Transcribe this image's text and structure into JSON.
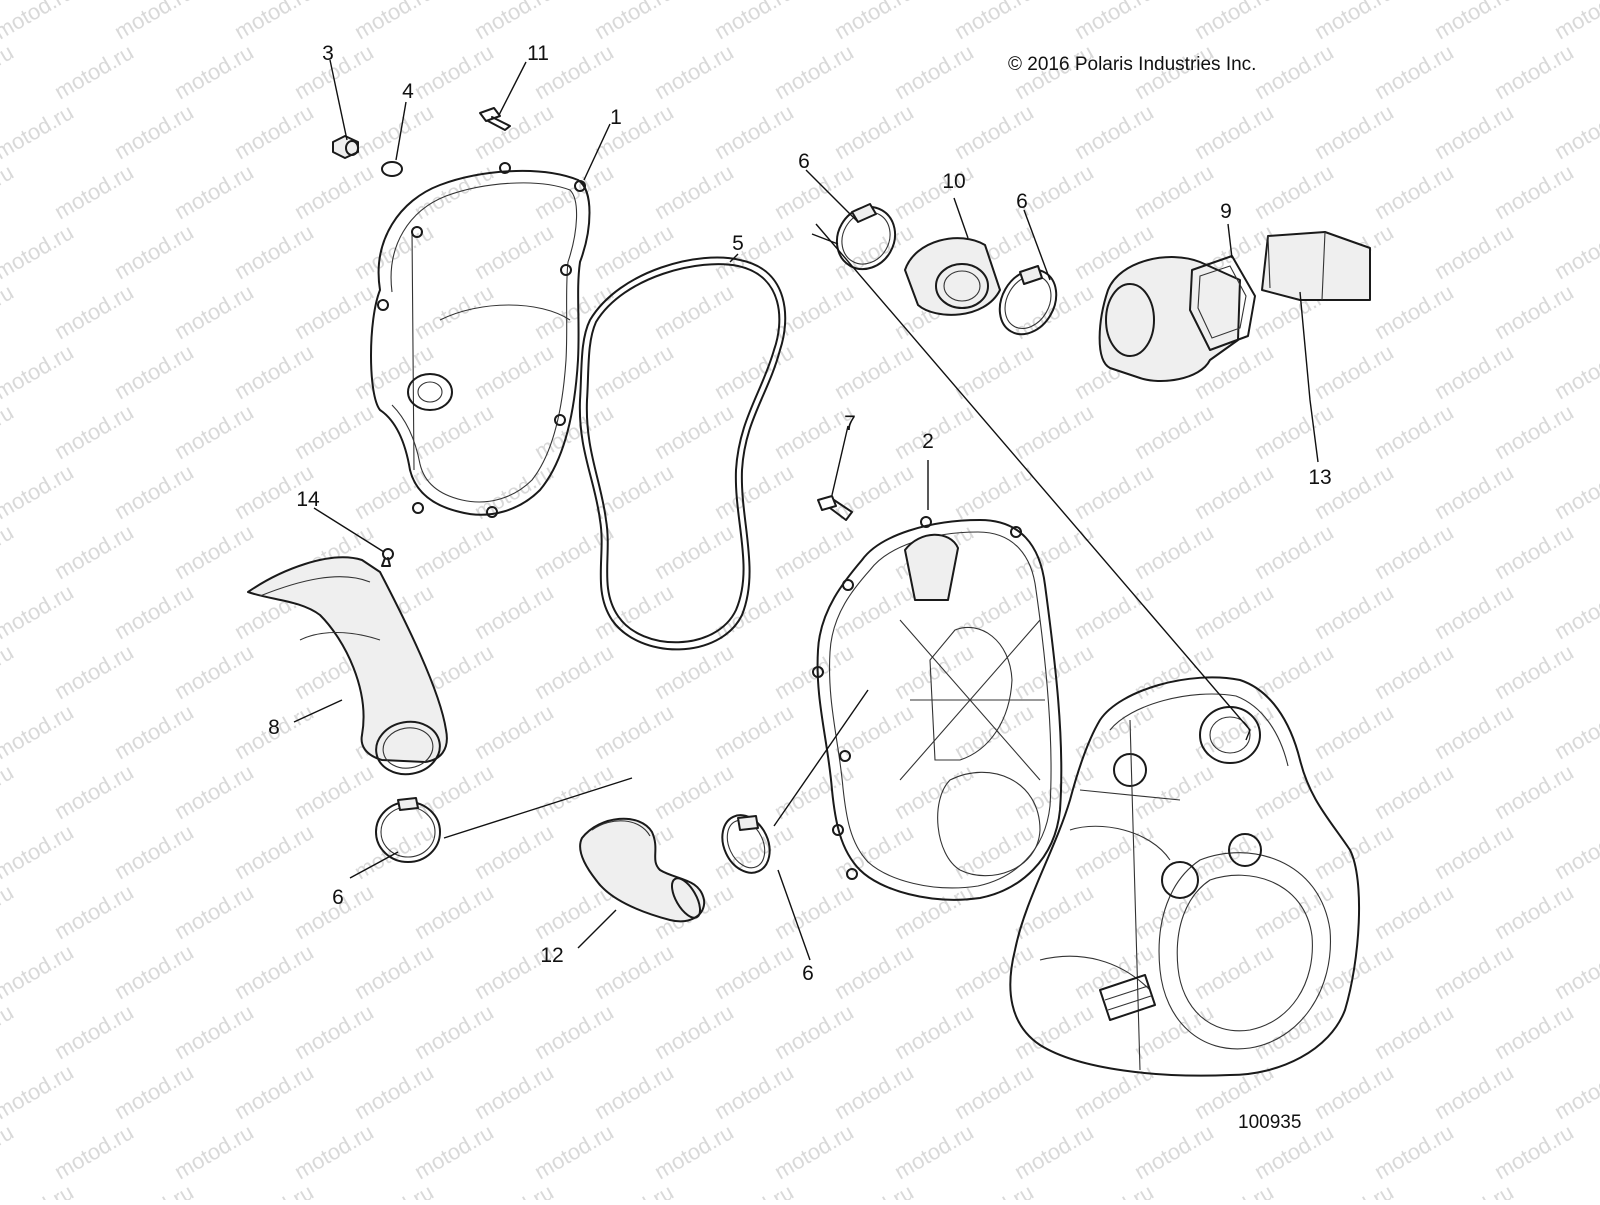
{
  "watermark": {
    "text": "motod.ru"
  },
  "copyright": "© 2016 Polaris Industries Inc.",
  "drawing_number": "100935",
  "callouts": [
    {
      "id": "c3",
      "label": "3"
    },
    {
      "id": "c4",
      "label": "4"
    },
    {
      "id": "c11",
      "label": "11"
    },
    {
      "id": "c1",
      "label": "1"
    },
    {
      "id": "c5",
      "label": "5"
    },
    {
      "id": "c6a",
      "label": "6"
    },
    {
      "id": "c10",
      "label": "10"
    },
    {
      "id": "c6b",
      "label": "6"
    },
    {
      "id": "c9",
      "label": "9"
    },
    {
      "id": "c13",
      "label": "13"
    },
    {
      "id": "c7",
      "label": "7"
    },
    {
      "id": "c2",
      "label": "2"
    },
    {
      "id": "c14",
      "label": "14"
    },
    {
      "id": "c8",
      "label": "8"
    },
    {
      "id": "c6c",
      "label": "6"
    },
    {
      "id": "c12",
      "label": "12"
    },
    {
      "id": "c6d",
      "label": "6"
    }
  ]
}
